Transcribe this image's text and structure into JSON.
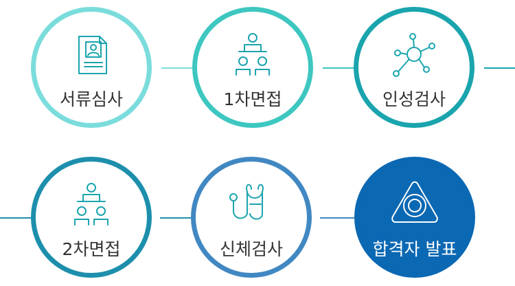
{
  "colors": {
    "step1": "#7bdcdc",
    "step2": "#3dc7c0",
    "step3": "#1aa4ad",
    "step4": "#1d8fac",
    "step5": "#4188c2",
    "step6": "#0b68b3",
    "icon": "#1aa4ad"
  },
  "steps": [
    {
      "label": "서류심사",
      "icon": "document-icon"
    },
    {
      "label": "1차면접",
      "icon": "group-interview-icon"
    },
    {
      "label": "인성검사",
      "icon": "network-icon"
    },
    {
      "label": "2차면접",
      "icon": "group-interview-icon"
    },
    {
      "label": "신체검사",
      "icon": "stethoscope-icon"
    },
    {
      "label": "합격자 발표",
      "icon": "target-icon"
    }
  ]
}
